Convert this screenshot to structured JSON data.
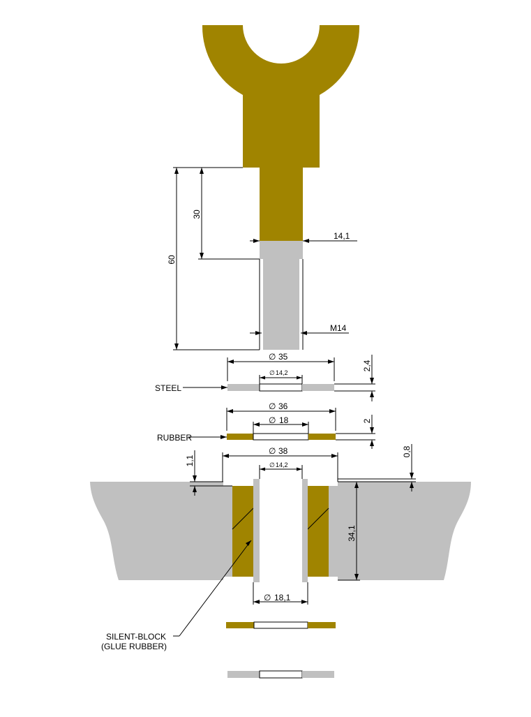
{
  "colors": {
    "rubber": "#a08400",
    "steel": "#c0c0c0",
    "line": "#000000",
    "background": "#ffffff"
  },
  "dimensions": {
    "length_total": "60",
    "length_partial": "30",
    "neck_width": "14,1",
    "thread": "M14",
    "steel_outer": "35",
    "steel_inner": "14,2",
    "steel_thickness": "2,4",
    "rubber_outer": "36",
    "rubber_inner": "18",
    "rubber_thickness": "2",
    "housing_outer": "38",
    "housing_inner": "14,2",
    "housing_top_left": "1,1",
    "housing_top_right": "0,8",
    "housing_height": "34,1",
    "bore_diameter": "18,1"
  },
  "labels": {
    "steel": "STEEL",
    "rubber": "RUBBER",
    "silent_block_line1": "SILENT-BLOCK",
    "silent_block_line2": "(GLUE RUBBER)"
  },
  "symbols": {
    "diameter": "∅"
  }
}
